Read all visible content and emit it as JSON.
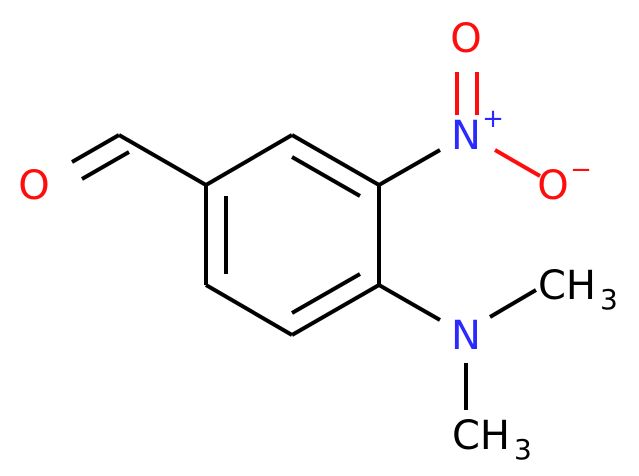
{
  "molecule": {
    "atoms": {
      "aldehyde_oxygen": "O",
      "nitro_nitrogen": "N",
      "nitro_nitrogen_charge": "+",
      "nitro_oxygen_double": "O",
      "nitro_oxygen_single": "O",
      "nitro_oxygen_single_charge": "−",
      "amine_nitrogen": "N",
      "methyl_upper": "CH",
      "methyl_upper_subscript": "3",
      "methyl_lower": "CH",
      "methyl_lower_subscript": "3"
    },
    "colors": {
      "bond": "#000000",
      "oxygen": "#ff0d0d",
      "nitrogen": "#2a2aff"
    }
  }
}
